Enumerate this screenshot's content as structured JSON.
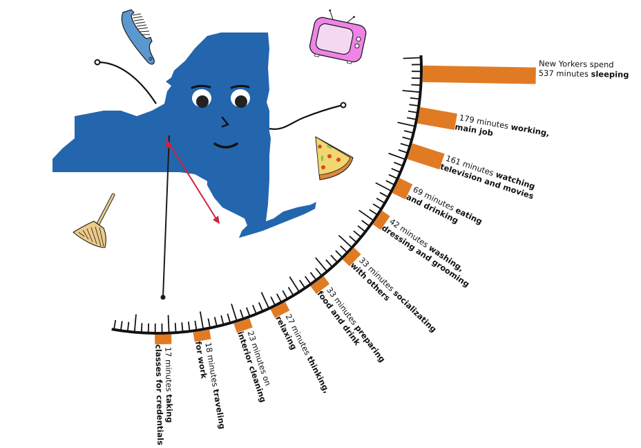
{
  "colors": {
    "background": "#ffffff",
    "bar": "#e07b24",
    "state_blue": "#2366ae",
    "hour_hand": "#1a1a1a",
    "minute_hand": "#d0223b",
    "dial": "#111111",
    "tv_body": "#ee84e6",
    "tv_screen": "#f4d8f2",
    "comb": "#5b98d0",
    "pizza_cheese": "#f0d770",
    "pizza_crust": "#d98a3c",
    "broom": "#eccb88"
  },
  "illustrations": {
    "character": "New York State with face",
    "icons": [
      "comb-icon",
      "tv-icon",
      "pizza-icon",
      "broom-icon"
    ]
  },
  "chart_data": {
    "type": "bar",
    "subtype": "radial-bar-on-clock-dial",
    "title": "",
    "unit": "minutes",
    "categories": [
      "sleeping",
      "working, main job",
      "watching television and movies",
      "eating and drinking",
      "washing, dressing and grooming",
      "socializating with others",
      "preparing food and drink",
      "thinking, relaxing",
      "interior cleaning",
      "traveling for work",
      "taking classes for credentials"
    ],
    "values": [
      537,
      179,
      161,
      69,
      42,
      33,
      33,
      27,
      23,
      18,
      17
    ],
    "labels": [
      {
        "lead": "New Yorkers spend",
        "line1_pre": "537 minutes ",
        "line1_bold": "sleeping",
        "line2_bold": ""
      },
      {
        "lead": "",
        "line1_pre": "179 minutes ",
        "line1_bold": "working,",
        "line2_bold": "main job"
      },
      {
        "lead": "",
        "line1_pre": "161 minutes ",
        "line1_bold": "watching",
        "line2_bold": "television and movies"
      },
      {
        "lead": "",
        "line1_pre": "69 minutes ",
        "line1_bold": "eating",
        "line2_bold": "and drinking"
      },
      {
        "lead": "",
        "line1_pre": "42 minutes ",
        "line1_bold": "washing,",
        "line2_bold": "dressing and grooming"
      },
      {
        "lead": "",
        "line1_pre": "33 minutes ",
        "line1_bold": "socializating",
        "line2_bold": "with others"
      },
      {
        "lead": "",
        "line1_pre": "33 minutes ",
        "line1_bold": "preparing",
        "line2_bold": "food and drink"
      },
      {
        "lead": "",
        "line1_pre": "27 minutes ",
        "line1_bold": "thinking,",
        "line2_bold": "relaxing"
      },
      {
        "lead": "",
        "line1_pre": "23 minutes on",
        "line1_bold": "",
        "line2_bold": "interior cleaning"
      },
      {
        "lead": "",
        "line1_pre": "18 minutes ",
        "line1_bold": "traveling",
        "line2_bold": "for work"
      },
      {
        "lead": "",
        "line1_pre": "17 minutes ",
        "line1_bold": "taking",
        "line2_bold": "classes for credentials"
      }
    ],
    "bar_angles_deg": [
      1,
      10,
      18,
      26,
      34,
      44,
      53,
      63,
      71.5,
      80.5,
      88.8
    ],
    "xlabel": "",
    "ylabel": "",
    "legend": "none",
    "grid": false
  }
}
